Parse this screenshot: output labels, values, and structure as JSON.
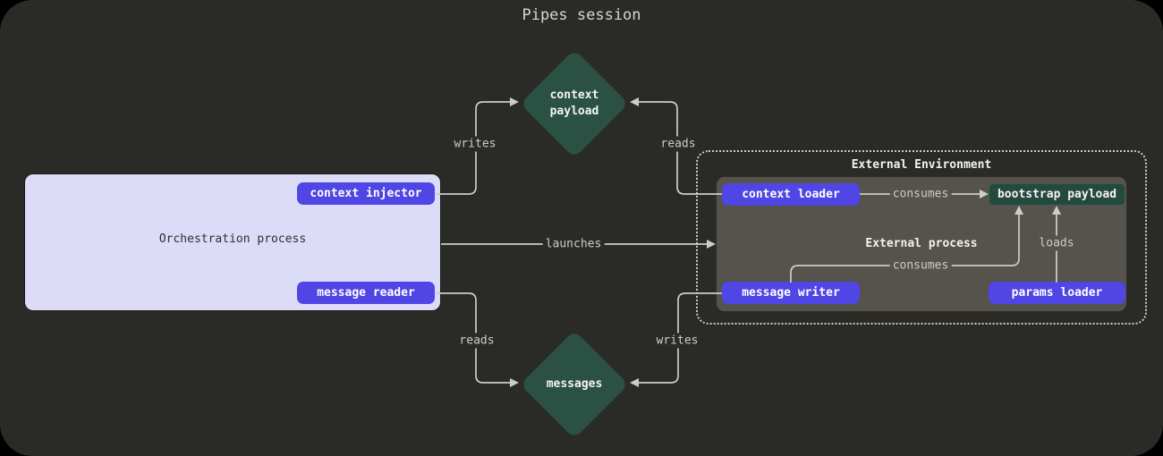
{
  "title": "Pipes session",
  "diagram": {
    "nodes": {
      "context_payload": "context\npayload",
      "messages": "messages",
      "orchestration_process": "Orchestration process",
      "context_injector": "context injector",
      "message_reader": "message reader",
      "external_environment": "External Environment",
      "external_process": "External process",
      "context_loader": "context loader",
      "bootstrap_payload": "bootstrap payload",
      "message_writer": "message writer",
      "params_loader": "params loader"
    },
    "edges": {
      "injector_writes_payload": {
        "from": "context injector",
        "to": "context payload",
        "label": "writes"
      },
      "loader_reads_payload": {
        "from": "context loader",
        "to": "context payload",
        "label": "reads"
      },
      "orch_launches_external": {
        "from": "Orchestration process",
        "to": "External process",
        "label": "launches"
      },
      "loader_consumes_bootstrap": {
        "from": "context loader",
        "to": "bootstrap payload",
        "label": "consumes"
      },
      "writer_consumes_bootstrap": {
        "from": "message writer",
        "to": "bootstrap payload",
        "label": "consumes"
      },
      "params_loads_bootstrap": {
        "from": "params loader",
        "to": "bootstrap payload",
        "label": "loads"
      },
      "reader_reads_messages": {
        "from": "message reader",
        "to": "messages",
        "label": "reads"
      },
      "writer_writes_messages": {
        "from": "message writer",
        "to": "messages",
        "label": "writes"
      }
    }
  },
  "colors": {
    "background": "#2a2a27",
    "node_purple": "#4f46e5",
    "diamond_green": "#2b5144",
    "bootstrap_green": "#25493e",
    "cluster_lavender": "#dcdbf8",
    "cluster_gray": "#55534b",
    "edge_line": "#cccccc",
    "title_text": "#d6d6d6"
  }
}
